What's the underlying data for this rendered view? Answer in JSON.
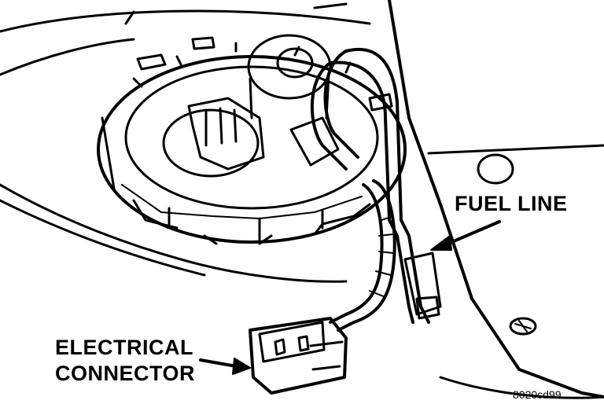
{
  "labels": {
    "fuel_line": "FUEL LINE",
    "electrical_connector_line1": "ELECTRICAL",
    "electrical_connector_line2": "CONNECTOR",
    "figure_code": "8020cd99"
  },
  "colors": {
    "ink": "#000000",
    "paper": "#ffffff"
  }
}
